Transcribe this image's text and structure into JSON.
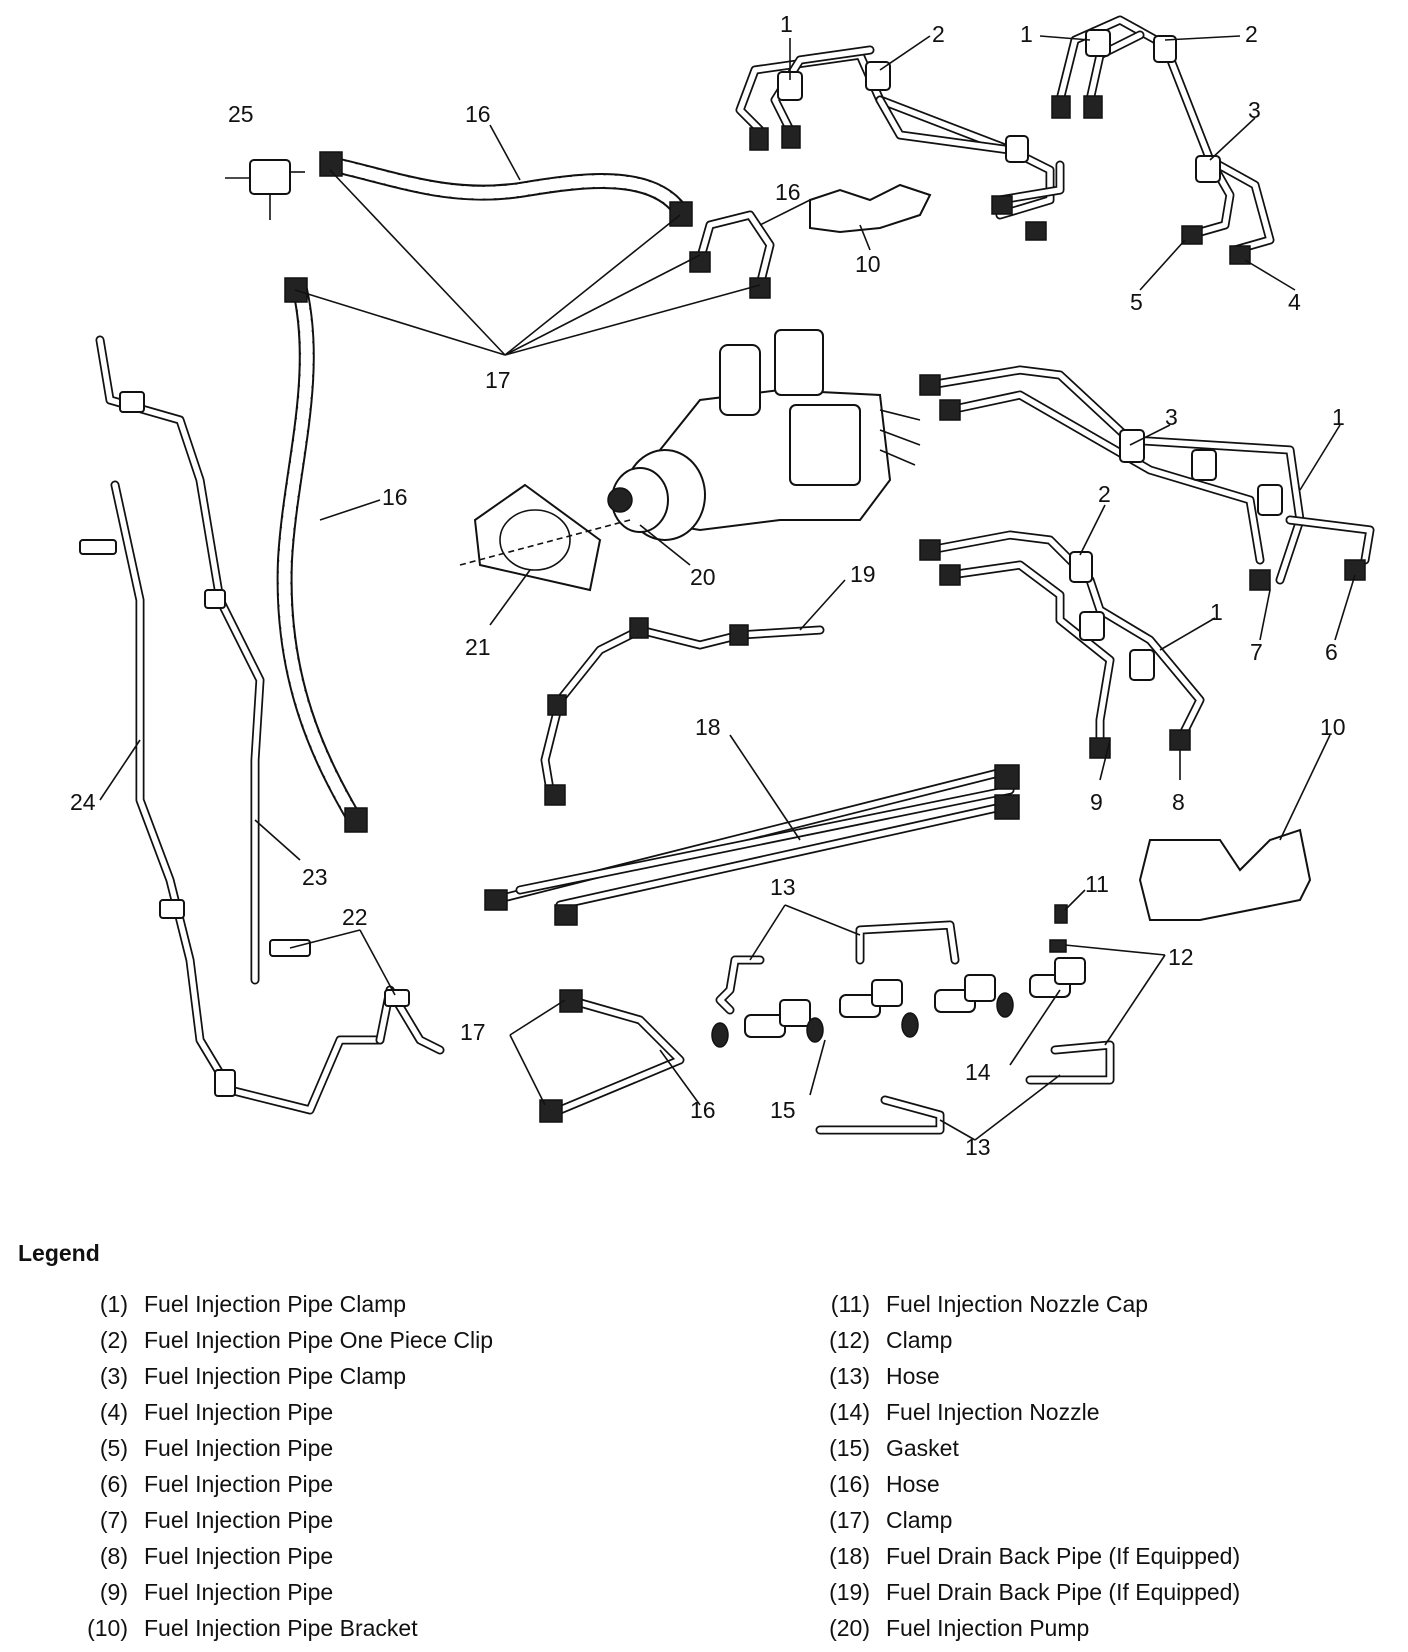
{
  "callouts": [
    "1",
    "2",
    "1",
    "2",
    "3",
    "5",
    "4",
    "25",
    "16",
    "16",
    "10",
    "17",
    "3",
    "1",
    "16",
    "2",
    "20",
    "21",
    "19",
    "7",
    "6",
    "1",
    "18",
    "9",
    "8",
    "10",
    "24",
    "23",
    "13",
    "11",
    "22",
    "12",
    "17",
    "14",
    "16",
    "15",
    "13"
  ],
  "legend": {
    "title": "Legend",
    "left": [
      {
        "num": "(1)",
        "text": "Fuel Injection Pipe Clamp"
      },
      {
        "num": "(2)",
        "text": "Fuel Injection Pipe One Piece Clip"
      },
      {
        "num": "(3)",
        "text": "Fuel Injection Pipe Clamp"
      },
      {
        "num": "(4)",
        "text": "Fuel Injection Pipe"
      },
      {
        "num": "(5)",
        "text": "Fuel Injection Pipe"
      },
      {
        "num": "(6)",
        "text": "Fuel Injection Pipe"
      },
      {
        "num": "(7)",
        "text": "Fuel Injection Pipe"
      },
      {
        "num": "(8)",
        "text": "Fuel Injection Pipe"
      },
      {
        "num": "(9)",
        "text": "Fuel Injection Pipe"
      },
      {
        "num": "(10)",
        "text": "Fuel Injection Pipe Bracket"
      }
    ],
    "right": [
      {
        "num": "(11)",
        "text": "Fuel Injection Nozzle Cap"
      },
      {
        "num": "(12)",
        "text": "Clamp"
      },
      {
        "num": "(13)",
        "text": "Hose"
      },
      {
        "num": "(14)",
        "text": "Fuel Injection Nozzle"
      },
      {
        "num": "(15)",
        "text": "Gasket"
      },
      {
        "num": "(16)",
        "text": "Hose"
      },
      {
        "num": "(17)",
        "text": "Clamp"
      },
      {
        "num": "(18)",
        "text": "Fuel Drain Back Pipe (If Equipped)"
      },
      {
        "num": "(19)",
        "text": "Fuel Drain Back Pipe (If Equipped)"
      },
      {
        "num": "(20)",
        "text": "Fuel Injection Pump"
      }
    ]
  }
}
